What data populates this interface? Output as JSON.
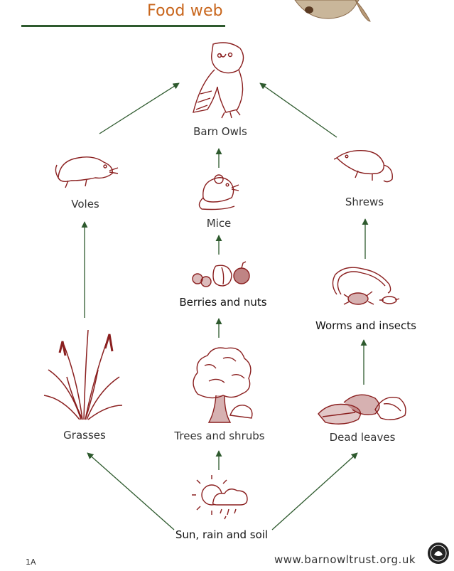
{
  "title": "Food web",
  "nodes": {
    "barn_owls": "Barn Owls",
    "voles": "Voles",
    "shrews": "Shrews",
    "mice": "Mice",
    "berries": "Berries and nuts",
    "worms": "Worms and insects",
    "grasses": "Grasses",
    "trees": "Trees and shrubs",
    "dead_leaves": "Dead leaves",
    "sun": "Sun, rain and soil"
  },
  "footer": {
    "page": "1A",
    "url": "www.barnowltrust.org.uk"
  },
  "colors": {
    "title": "#c8651b",
    "rule": "#2e5a2e",
    "arrow": "#2e5a2e",
    "illustration": "#8a1f1f"
  }
}
